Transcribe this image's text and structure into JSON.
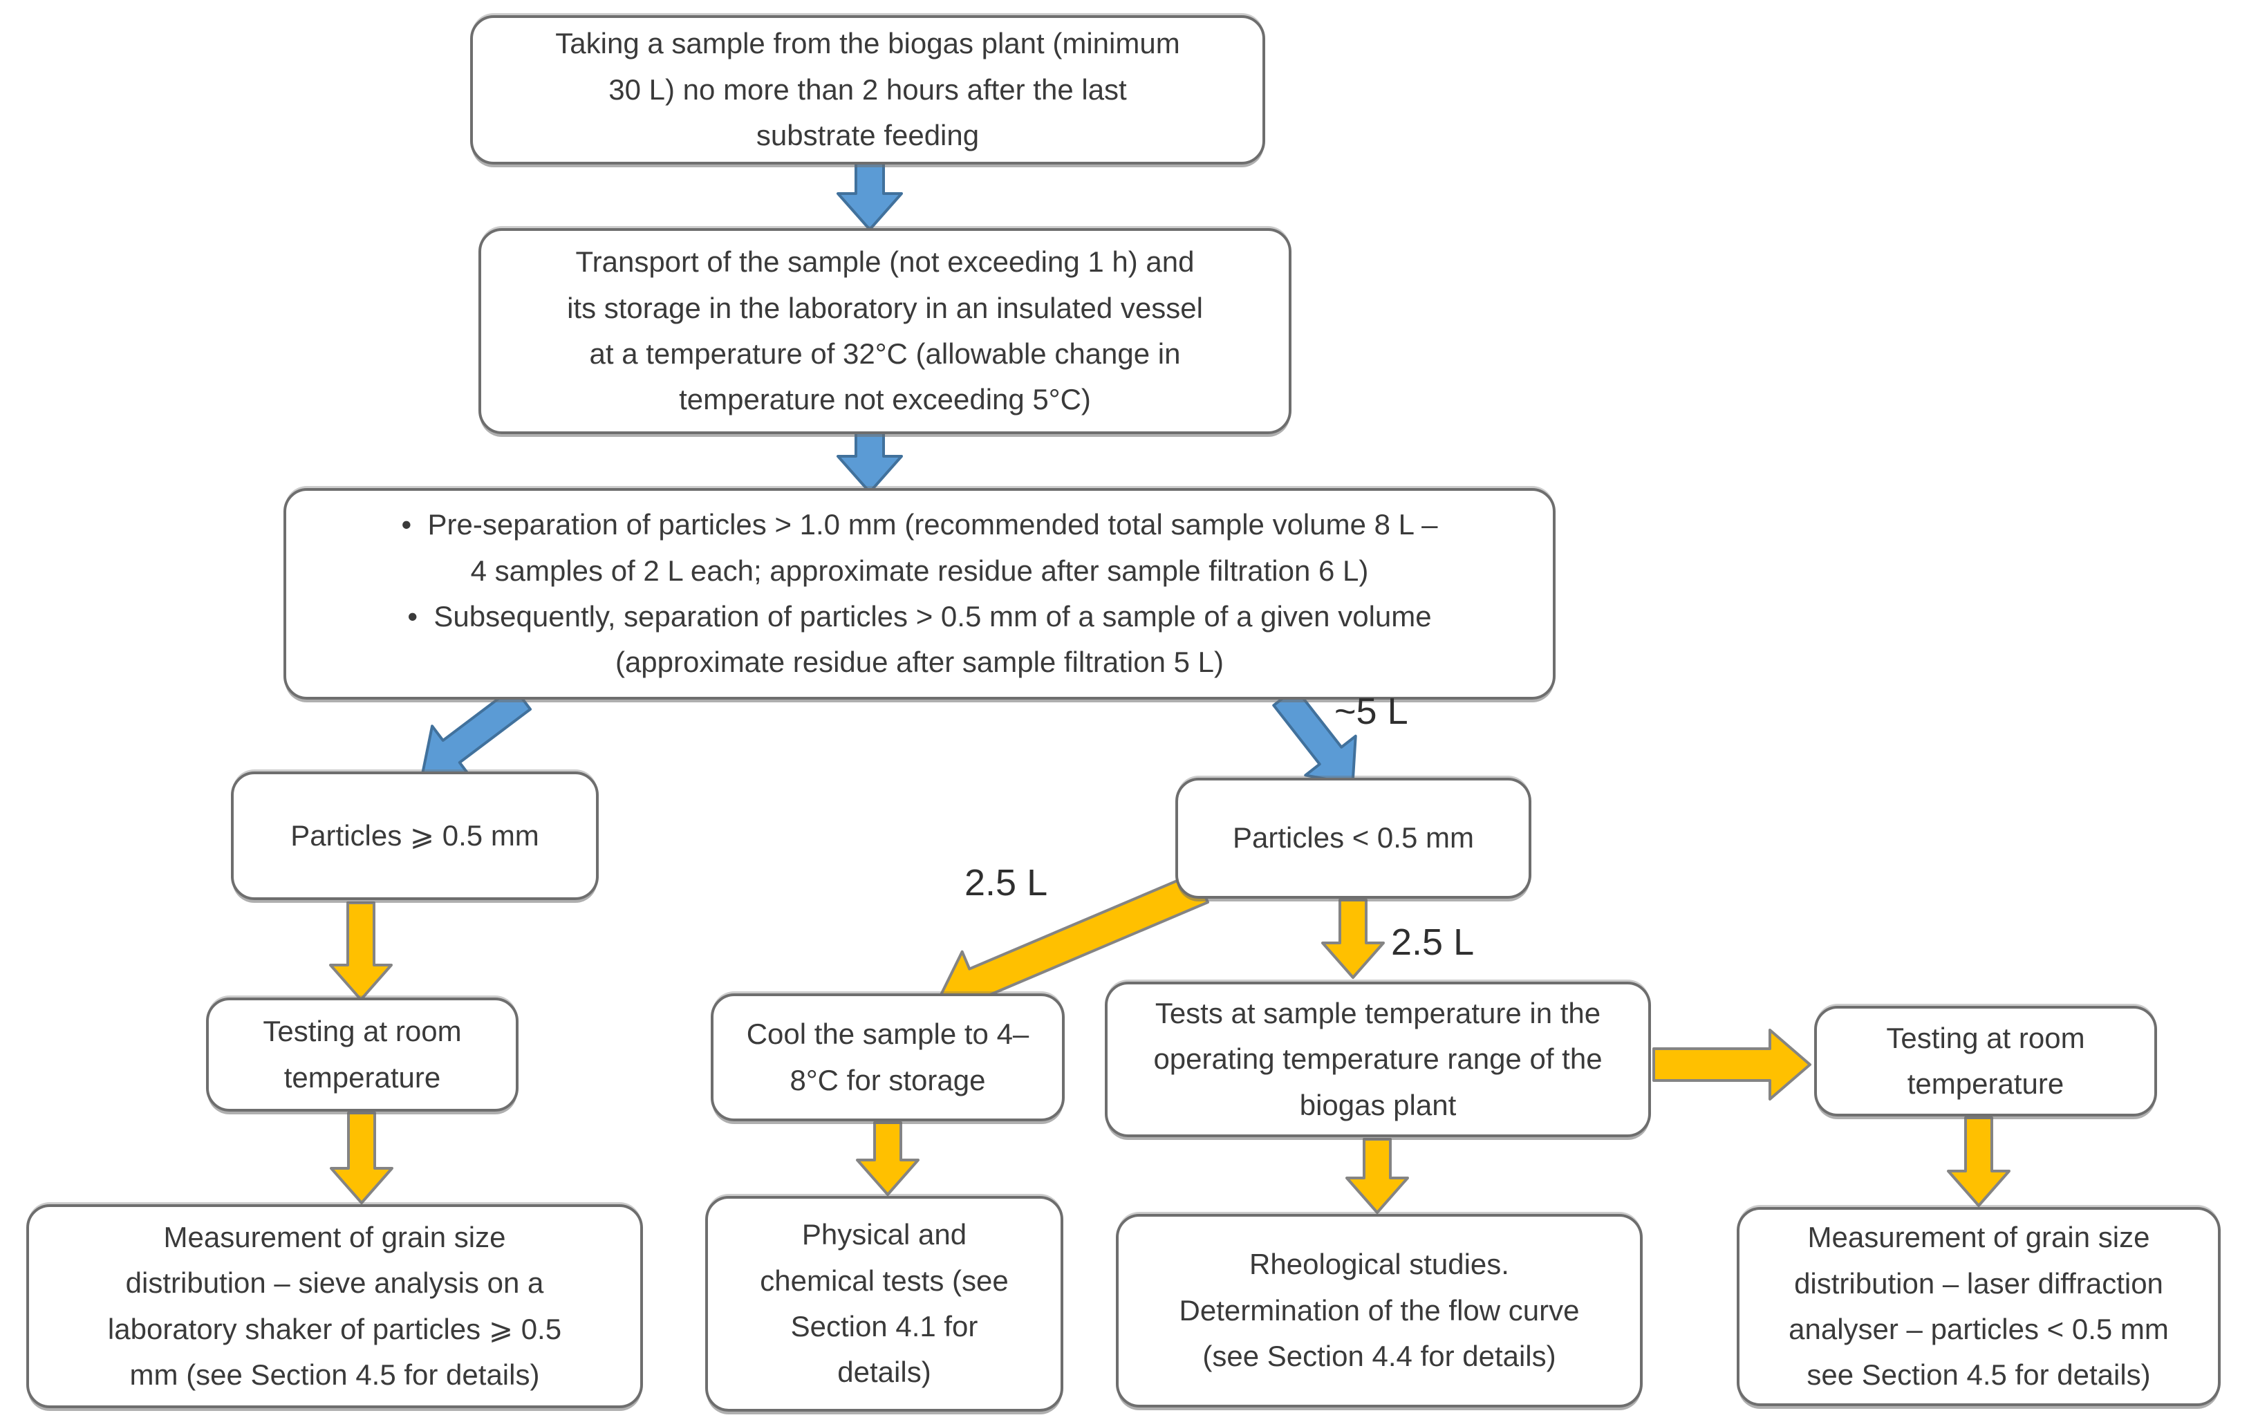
{
  "colors": {
    "background": "#ffffff",
    "box_fill": "#ffffff",
    "box_border": "#6e6e6e",
    "text": "#3a3a3a",
    "blue_arrow_fill": "#5b9bd5",
    "blue_arrow_border": "#41719c",
    "yellow_arrow_fill": "#ffc000",
    "yellow_arrow_border": "#848484"
  },
  "nodes": {
    "sampling": {
      "text": "Taking a sample from the biogas plant (minimum 30 L) no more than 2 hours after the last substrate feeding"
    },
    "transport": {
      "text": "Transport of the sample (not exceeding 1 h) and its storage in the laboratory in an insulated vessel at a temperature of 32°C (allowable change in temperature not exceeding 5°C)"
    },
    "separation": {
      "bullets": [
        "Pre-separation of particles > 1.0 mm (recommended total sample volume 8 L – 4 samples of 2 L each; approximate residue after sample filtration 6 L)",
        "Subsequently, separation of particles > 0.5 mm of a sample of a given volume (approximate residue after sample filtration 5 L)"
      ]
    },
    "particles_ge": {
      "text": "Particles ⩾ 0.5 mm"
    },
    "particles_lt": {
      "text": "Particles < 0.5 mm"
    },
    "testing_room_left": {
      "text": "Testing at room temperature"
    },
    "cool_sample": {
      "text": "Cool the sample to 4–8°C for storage"
    },
    "tests_operating": {
      "text": "Tests at sample temperature in the operating temperature range of the biogas plant"
    },
    "testing_room_right": {
      "text": "Testing at room temperature"
    },
    "sieve_analysis": {
      "text": "Measurement of grain size distribution – sieve analysis on a laboratory shaker of particles ⩾ 0.5 mm  (see Section 4.5 for details)"
    },
    "physical_chemical": {
      "text": "Physical and chemical tests (see Section 4.1 for details)"
    },
    "rheological": {
      "text": "Rheological studies. Determination of the flow curve (see Section 4.4 for details)"
    },
    "laser_diffraction": {
      "text": "Measurement of grain size distribution – laser diffraction analyser – particles < 0.5 mm see Section 4.5 for details)"
    }
  },
  "labels": {
    "flow_5l": "~5 L",
    "flow_25l_left": "2.5 L",
    "flow_25l_mid": "2.5 L"
  }
}
